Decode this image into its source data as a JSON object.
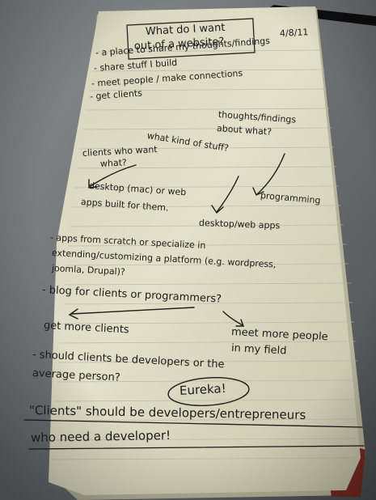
{
  "title_box": [
    "What do I want",
    "out of a website?"
  ],
  "date": "4/8/11",
  "goals": [
    "- a place to share my thoughts/findings",
    "- share stuff I build",
    "- meet people / make connections",
    "- get clients"
  ],
  "thoughts": [
    "thoughts/findings",
    "about what?"
  ],
  "what_kind": "what kind of stuff?",
  "clients_want": [
    "clients who want",
    "what?"
  ],
  "programming": "programming",
  "desktop": [
    "desktop (mac) or web",
    "apps built for them."
  ],
  "desktop_web": "desktop/web apps",
  "apps_scratch": [
    "- apps from scratch or specialize in",
    "extending/customizing a platform (e.g. wordpress,",
    "joomla, Drupal)?"
  ],
  "blog": "- blog for clients or programmers?",
  "get_more": "get more clients",
  "meet_more": [
    "meet more people",
    "in my field"
  ],
  "should": [
    "- should clients be developers or the",
    "average person?"
  ],
  "eureka": "Eureka!",
  "conclusion": [
    "\"Clients\" should be developers/entrepreneurs",
    "who need a developer!"
  ]
}
